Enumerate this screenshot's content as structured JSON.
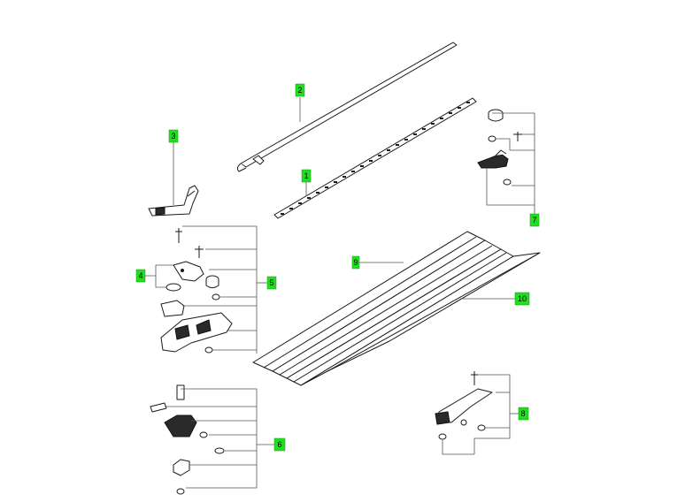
{
  "callouts": [
    {
      "id": "c1",
      "text": "1"
    },
    {
      "id": "c2",
      "text": "2"
    },
    {
      "id": "c3",
      "text": "3"
    },
    {
      "id": "c4",
      "text": "4"
    },
    {
      "id": "c5",
      "text": "5"
    },
    {
      "id": "c6",
      "text": "6"
    },
    {
      "id": "c7",
      "text": "7"
    },
    {
      "id": "c8",
      "text": "8"
    },
    {
      "id": "c9",
      "text": "9"
    },
    {
      "id": "c10",
      "text": "10"
    }
  ],
  "colors": {
    "callout_fill": "#22dd22",
    "line": "#1a1a1a",
    "background": "#ffffff"
  }
}
